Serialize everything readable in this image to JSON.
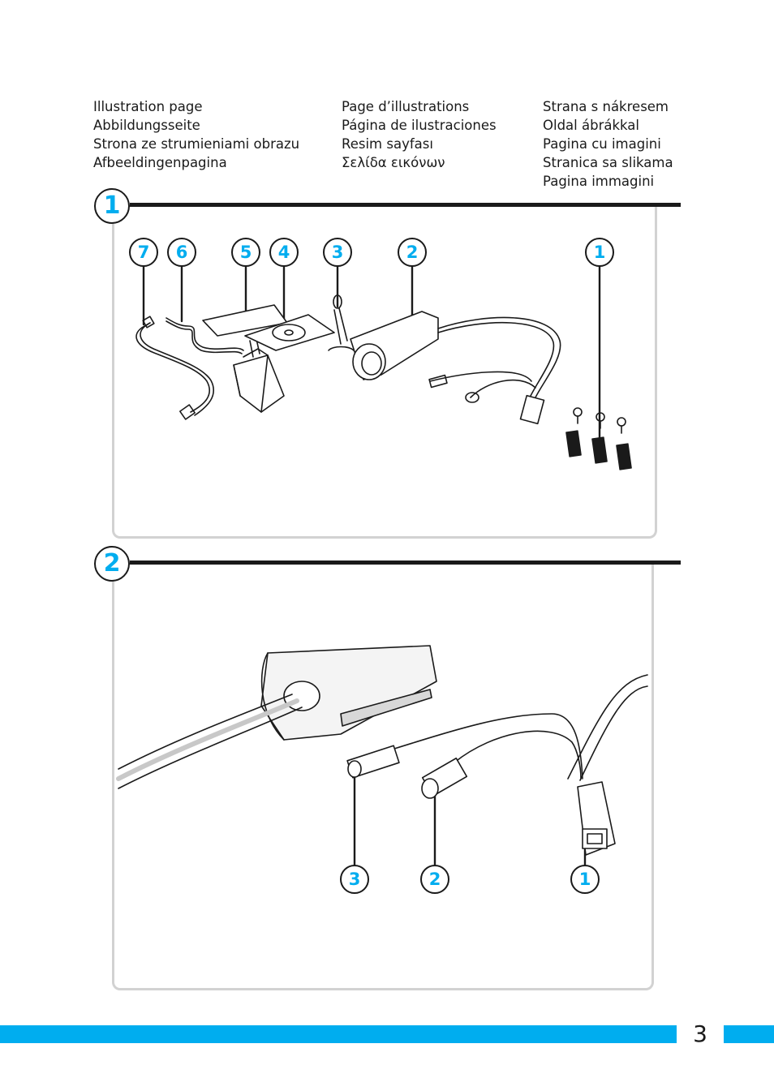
{
  "header": {
    "col1": [
      "Illustration page",
      "Abbildungsseite",
      "Strona ze strumieniami obrazu",
      "Afbeeldingenpagina"
    ],
    "col2": [
      "Page d’illustrations",
      "Página de ilustraciones",
      "Resim sayfası",
      "Σελίδα εικόνων"
    ],
    "col3": [
      "Strana s nákresem",
      "Oldal ábrákkal",
      "Pagina cu imagini",
      "Stranica sa slikama",
      "Pagina immagini"
    ]
  },
  "section1": {
    "number": "1",
    "callouts": [
      "7",
      "6",
      "5",
      "4",
      "3",
      "2",
      "1"
    ]
  },
  "section2": {
    "number": "2",
    "callouts": [
      "3",
      "2",
      "1"
    ]
  },
  "footer": {
    "page_number": "3"
  },
  "colors": {
    "accent": "#00adef",
    "line": "#1a1a1a",
    "frame": "#d2d2d2"
  }
}
